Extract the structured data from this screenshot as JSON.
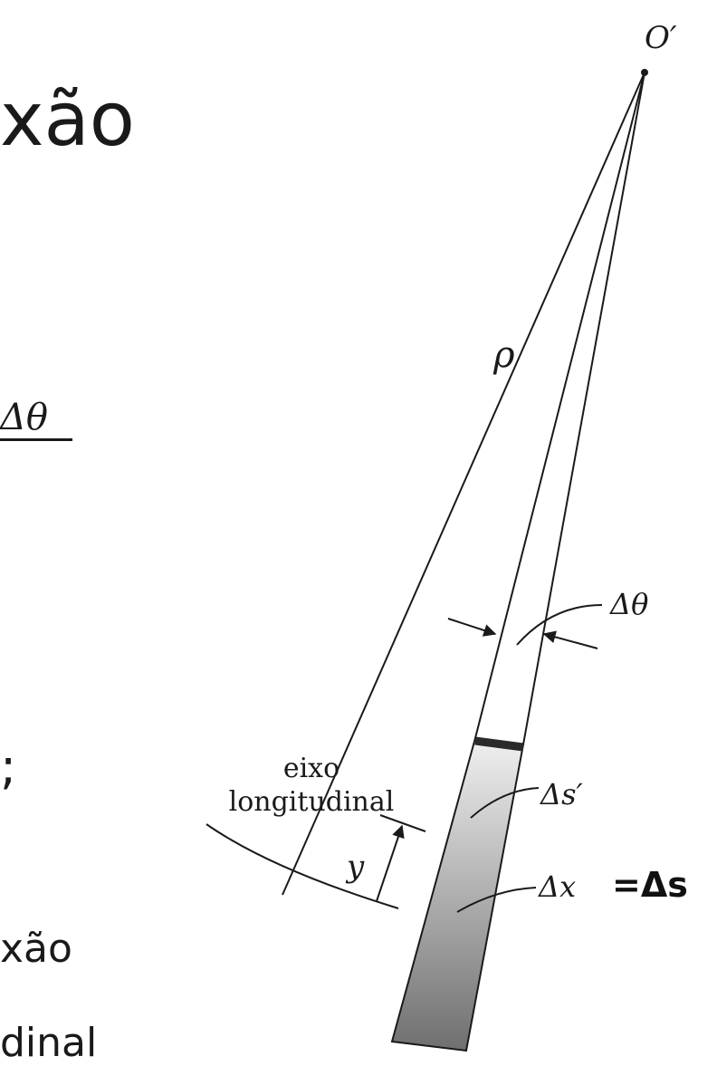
{
  "slide": {
    "heading_fragment": "xão",
    "formula_fragment": "Δθ",
    "semicolon_fragment": ";",
    "lower_fragment_1": "xão",
    "lower_fragment_2": "dinal"
  },
  "diagram": {
    "origin_label": "O′",
    "radius_label": "ρ",
    "angle_label": "Δθ",
    "axis_label_line1": "eixo",
    "axis_label_line2": "longitudinal",
    "y_label": "y",
    "ds_prime_label": "Δs′",
    "dx_label": "Δx",
    "equals_ds_label": "=Δs"
  },
  "colors": {
    "ink": "#1a1a1a",
    "element_top": "#f0f0f0",
    "element_bottom": "#6f6f6f"
  }
}
